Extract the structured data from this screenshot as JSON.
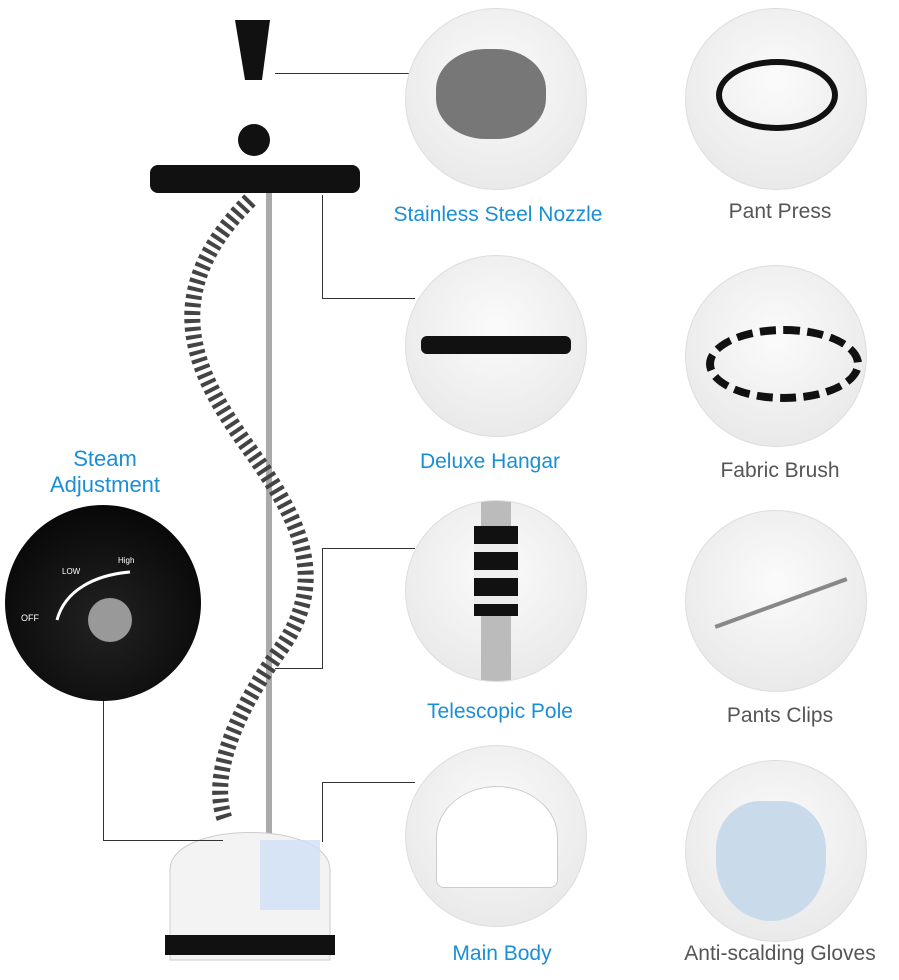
{
  "features": {
    "nozzle": "Stainless Steel Nozzle",
    "hangar": "Deluxe Hangar",
    "pole": "Telescopic Pole",
    "body": "Main Body"
  },
  "accessories": {
    "pant_press": "Pant Press",
    "fabric_brush": "Fabric Brush",
    "pants_clips": "Pants Clips",
    "gloves": "Anti-scalding Gloves"
  },
  "steam": {
    "title_line1": "Steam",
    "title_line2": "Adjustment",
    "off": "OFF",
    "low": "LOW",
    "high": "High"
  },
  "colors": {
    "accent": "#1a8fd6",
    "text_gray": "#555555"
  }
}
